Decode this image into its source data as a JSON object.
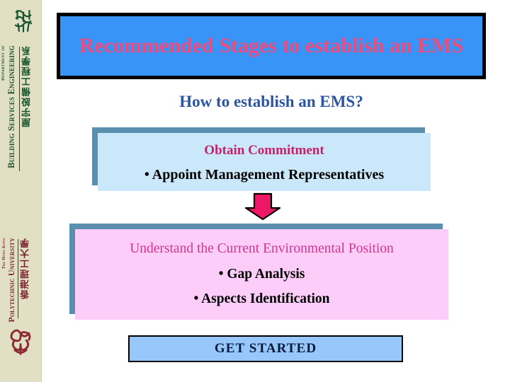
{
  "sidebar": {
    "department": {
      "logo_icon": "bse-monogram-icon",
      "prefix": "Department of",
      "name": "Building Services Engineering",
      "name_cn": "屋宇設備工程學系"
    },
    "university": {
      "prefix": "The Hong Kong",
      "name": "Polytechnic University",
      "name_cn": "香港理工大學",
      "logo_icon": "polyu-knot-logo-icon"
    },
    "background_color": "#E2E0C4",
    "department_color": "#14532C",
    "university_color": "#7B2430"
  },
  "slide": {
    "title": "Recommended Stages to establish an EMS",
    "title_color": "#EE4A7B",
    "title_background": "#3894F7",
    "title_border_color": "#000000",
    "subtitle": "How to establish an EMS?",
    "subtitle_color": "#2C55A0",
    "stages": [
      {
        "heading": "Obtain Commitment",
        "heading_color": "#C62168",
        "background": "#CBE7FA",
        "shadow_color": "#5A90AD",
        "bullets": [
          "• Appoint Management Representatives"
        ]
      },
      {
        "heading": "Understand the Current Environmental Position",
        "heading_color": "#D1368E",
        "background": "#FBCDF8",
        "shadow_color": "#5A90AD",
        "bullets": [
          "• Gap Analysis",
          "• Aspects Identification"
        ]
      }
    ],
    "arrow": {
      "icon": "arrow-down-icon",
      "fill": "#EE1767",
      "stroke": "#000000"
    },
    "action": {
      "label": "GET STARTED",
      "background": "#97C7FB",
      "text_color": "#081B3A",
      "border_color": "#000000"
    }
  }
}
